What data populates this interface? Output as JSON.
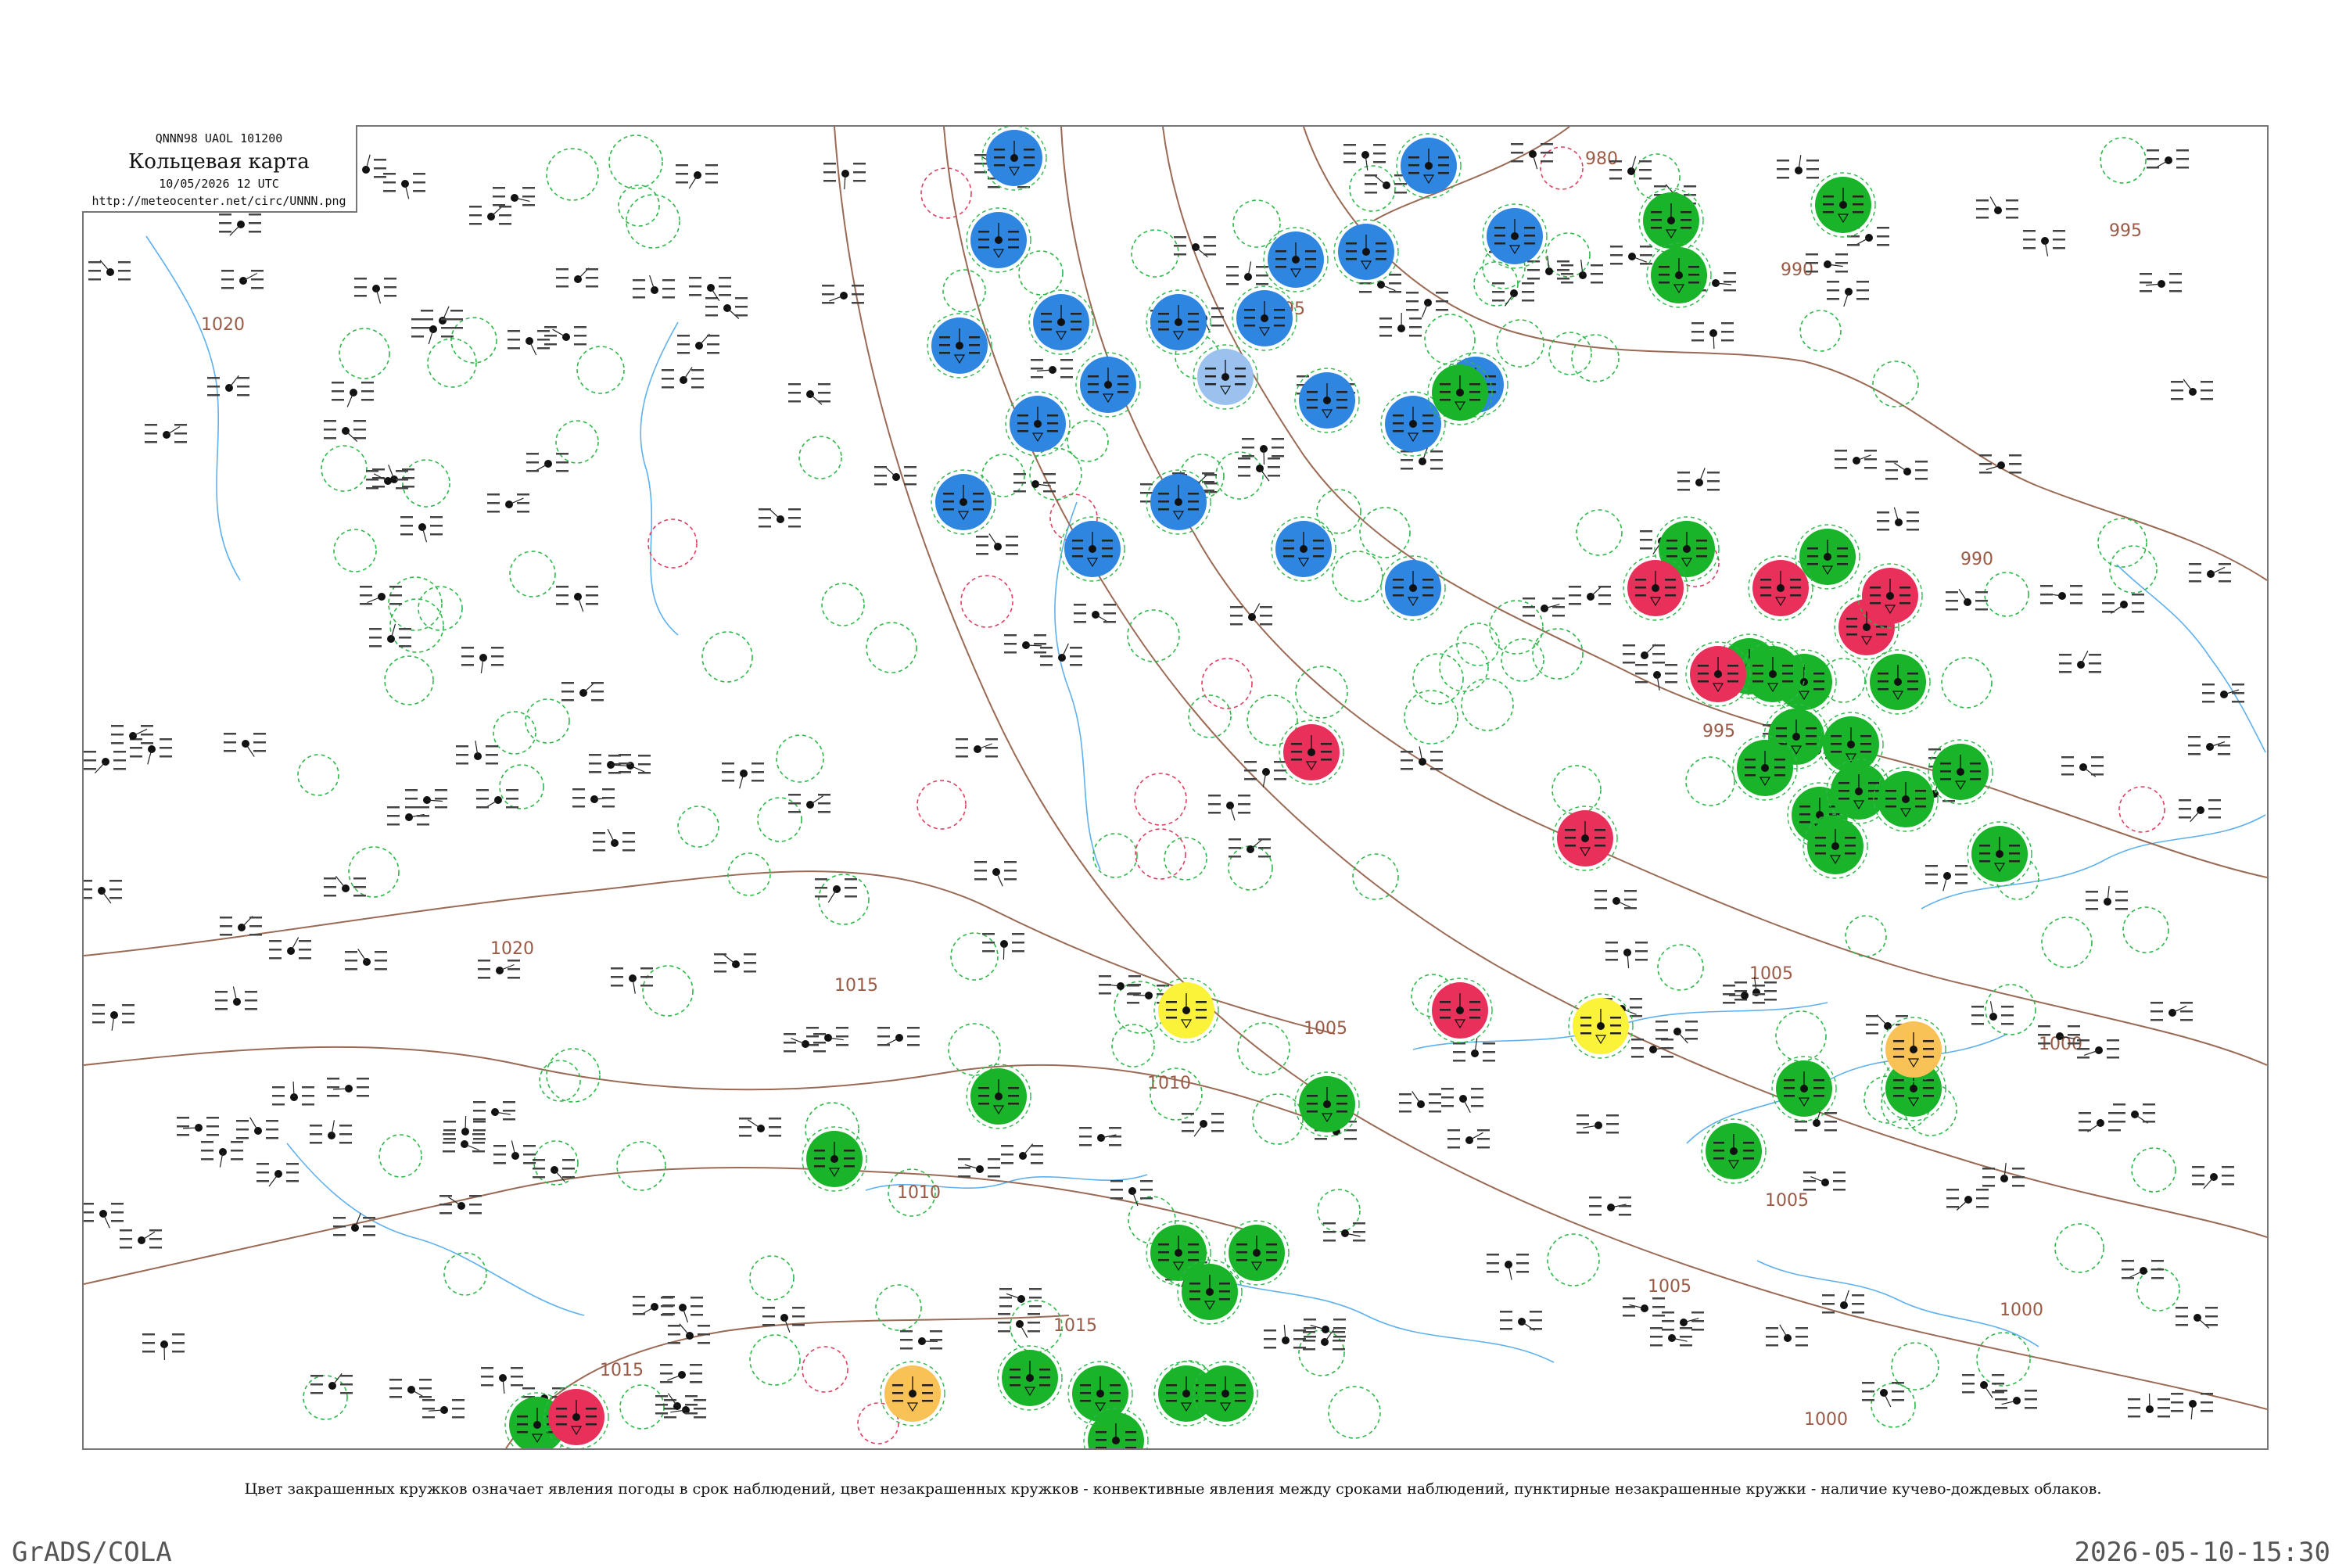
{
  "header": {
    "code": "QNNN98  UAOL  101200",
    "title": "Кольцевая карта",
    "time": "10/05/2026 12 UTC",
    "url": "http://meteocenter.net/circ/UNNN.png"
  },
  "caption": "Цвет закрашенных кружков означает явления погоды в срок наблюдений, цвет незакрашенных кружков - конвективные явления между сроками наблюдений, пунктирные незакрашенные кружки - наличие кучево-дождевых облаков.",
  "footer": {
    "left": "GrADS/COLA",
    "right": "2026-05-10-15:30"
  },
  "colors": {
    "blue": "#2f86e0",
    "light_blue": "#9bc2ef",
    "green": "#19b42a",
    "red": "#e8305a",
    "yellow": "#fbf23a",
    "orange": "#f9c257",
    "dashed_green": "#2fb84a",
    "dashed_red": "#e04060",
    "isobar": "#9a6a55",
    "river": "#5fb0ee"
  },
  "isobar_labels": [
    "980",
    "990",
    "990",
    "995",
    "995",
    "995",
    "1000",
    "1000",
    "1000",
    "1005",
    "1005",
    "1005",
    "1005",
    "1010",
    "1010",
    "1015",
    "1015",
    "1015",
    "1020",
    "1020"
  ],
  "filled_stations": [
    {
      "color": "blue"
    },
    {
      "color": "blue"
    },
    {
      "color": "blue"
    },
    {
      "color": "blue"
    },
    {
      "color": "blue"
    },
    {
      "color": "blue"
    },
    {
      "color": "blue"
    },
    {
      "color": "blue"
    },
    {
      "color": "blue"
    },
    {
      "color": "blue"
    },
    {
      "color": "blue"
    },
    {
      "color": "blue"
    },
    {
      "color": "blue"
    },
    {
      "color": "blue"
    },
    {
      "color": "blue"
    },
    {
      "color": "blue"
    },
    {
      "color": "blue"
    },
    {
      "color": "blue"
    },
    {
      "color": "blue"
    },
    {
      "color": "blue"
    },
    {
      "color": "light_blue"
    },
    {
      "color": "green"
    },
    {
      "color": "green"
    },
    {
      "color": "green"
    },
    {
      "color": "green"
    },
    {
      "color": "green"
    },
    {
      "color": "green"
    },
    {
      "color": "green"
    },
    {
      "color": "green"
    },
    {
      "color": "green"
    },
    {
      "color": "green"
    },
    {
      "color": "green"
    },
    {
      "color": "green"
    },
    {
      "color": "green"
    },
    {
      "color": "green"
    },
    {
      "color": "green"
    },
    {
      "color": "green"
    },
    {
      "color": "green"
    },
    {
      "color": "green"
    },
    {
      "color": "green"
    },
    {
      "color": "green"
    },
    {
      "color": "green"
    },
    {
      "color": "green"
    },
    {
      "color": "green"
    },
    {
      "color": "green"
    },
    {
      "color": "green"
    },
    {
      "color": "green"
    },
    {
      "color": "green"
    },
    {
      "color": "green"
    },
    {
      "color": "green"
    },
    {
      "color": "green"
    },
    {
      "color": "green"
    },
    {
      "color": "green"
    },
    {
      "color": "green"
    },
    {
      "color": "green"
    },
    {
      "color": "red"
    },
    {
      "color": "red"
    },
    {
      "color": "red"
    },
    {
      "color": "red"
    },
    {
      "color": "red"
    },
    {
      "color": "red"
    },
    {
      "color": "red"
    },
    {
      "color": "red"
    },
    {
      "color": "red"
    },
    {
      "color": "yellow"
    },
    {
      "color": "yellow"
    },
    {
      "color": "orange"
    },
    {
      "color": "orange"
    }
  ]
}
